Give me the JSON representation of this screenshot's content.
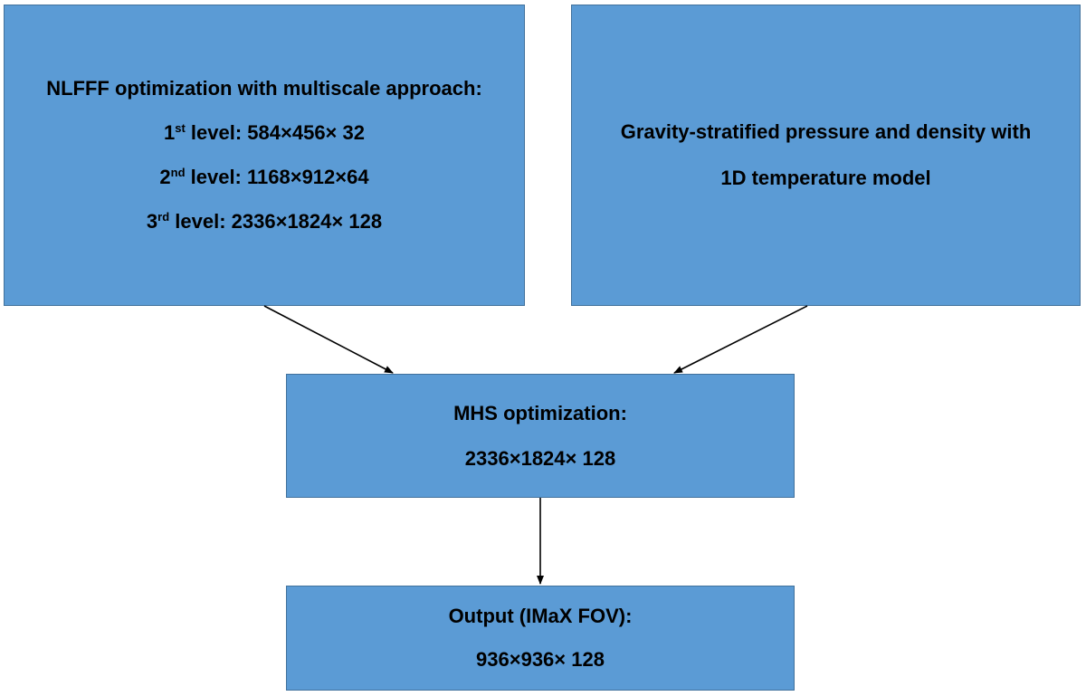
{
  "colors": {
    "box_fill": "#5b9bd5",
    "box_border": "#41719c",
    "arrow": "#000000",
    "text": "#000000"
  },
  "boxes": {
    "nlfff": {
      "title": "NLFFF optimization with multiscale approach:",
      "levels": [
        {
          "num": "1",
          "ordinal": "st",
          "text": " level: 584×456× 32"
        },
        {
          "num": "2",
          "ordinal": "nd",
          "text": " level: 1168×912×64"
        },
        {
          "num": "3",
          "ordinal": "rd",
          "text": " level: 2336×1824× 128"
        }
      ]
    },
    "gravity": {
      "line1": "Gravity-stratified pressure and density with",
      "line2": "1D temperature model"
    },
    "mhs": {
      "title": "MHS optimization:",
      "size": "2336×1824× 128"
    },
    "output": {
      "title": "Output (IMaX FOV):",
      "size": "936×936× 128"
    }
  }
}
